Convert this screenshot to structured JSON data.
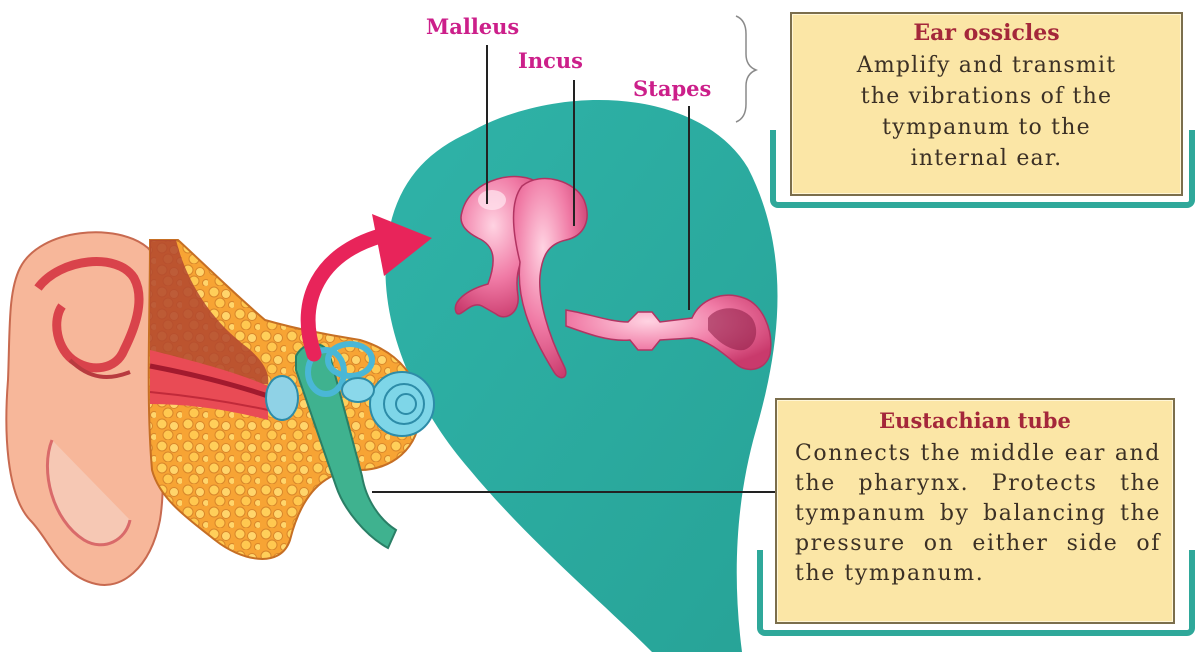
{
  "labels": {
    "malleus": "Malleus",
    "incus": "Incus",
    "stapes": "Stapes"
  },
  "ossicles_box": {
    "title": "Ear ossicles",
    "text": "Amplify and transmit\nthe vibrations of the\ntympanum to the\ninternal ear."
  },
  "eustachian_box": {
    "title": "Eustachian tube",
    "text": "Connects the middle ear and the pharynx. Protects the tympanum by balancing the pressure on either side of the tympanum."
  },
  "colors": {
    "label_magenta": "#cc1f8a",
    "teal_bubble": "#33b3a8",
    "box_fill": "#fbe6a6",
    "box_title": "#a4273a",
    "arrow": "#e8245a",
    "ossicle_pink": "#ec6c9c"
  }
}
